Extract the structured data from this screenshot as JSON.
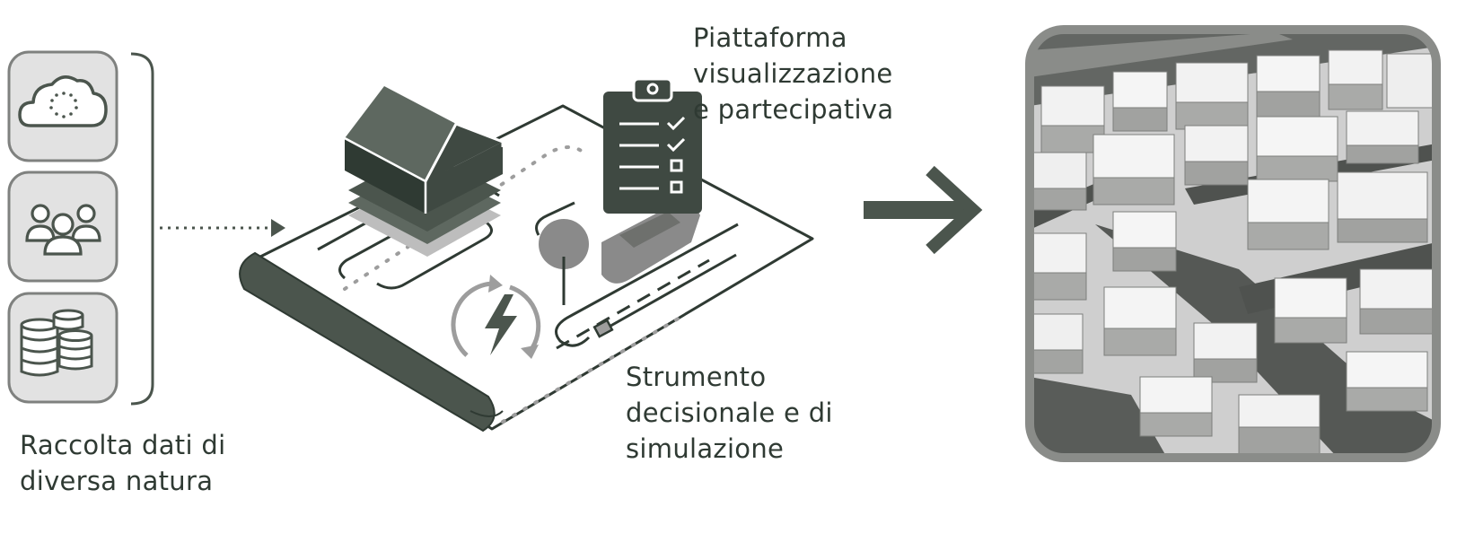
{
  "labels": {
    "data_collection": "Raccolta dati di\ndiversa natura",
    "decision_tool": "Strumento\ndecisionale e di\nsimulazione",
    "platform": "Piattaforma\nvisualizzazione\ne partecipativa"
  },
  "icons": {
    "source_1": "cloud-eu-stars-icon",
    "source_2": "people-group-icon",
    "source_3": "database-stack-icon",
    "plan_checklist": "clipboard-checklist-icon",
    "plan_energy": "energy-cycle-icon",
    "plan_building": "house-layers-icon",
    "plan_pin": "location-pin-icon",
    "result_arrow": "arrow-right-icon"
  },
  "colors": {
    "primary_dark": "#4b554d",
    "card_fill": "#e2e2e2",
    "card_stroke": "#7f817f",
    "accent_gray": "#9d9d9d",
    "text": "#2f3a33"
  }
}
